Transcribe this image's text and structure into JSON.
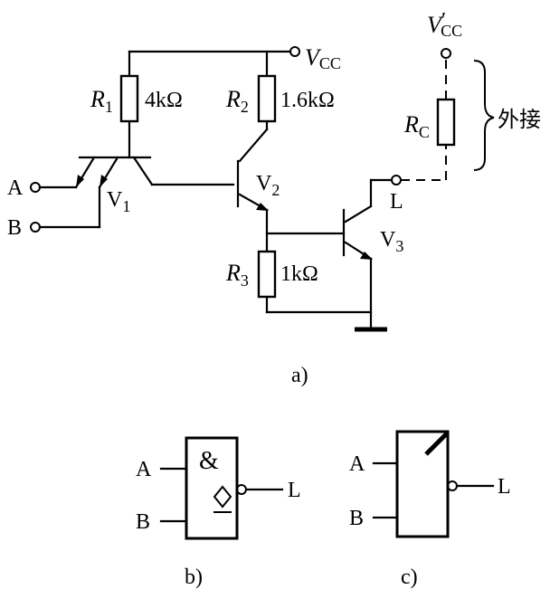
{
  "circuit": {
    "vcc": "V",
    "vcc_sub": "CC",
    "vcc_ext": "V",
    "vcc_ext_prime": "′",
    "vcc_ext_sub": "CC",
    "r1_letter": "R",
    "r1_sub": "1",
    "r1_value": "4kΩ",
    "r2_letter": "R",
    "r2_sub": "2",
    "r2_value": "1.6kΩ",
    "r3_letter": "R",
    "r3_sub": "3",
    "r3_value": "1kΩ",
    "rc_letter": "R",
    "rc_sub": "C",
    "external_label": "外接",
    "input_a": "A",
    "input_b": "B",
    "output_l": "L",
    "v1": "V",
    "v1_sub": "1",
    "v2": "V",
    "v2_sub": "2",
    "v3": "V",
    "v3_sub": "3",
    "caption": "a)"
  },
  "gate_b": {
    "input_a": "A",
    "input_b": "B",
    "output": "L",
    "and_symbol": "&",
    "oc_symbol": "◇",
    "caption": "b)"
  },
  "gate_c": {
    "input_a": "A",
    "input_b": "B",
    "output": "L",
    "caption": "c)"
  }
}
